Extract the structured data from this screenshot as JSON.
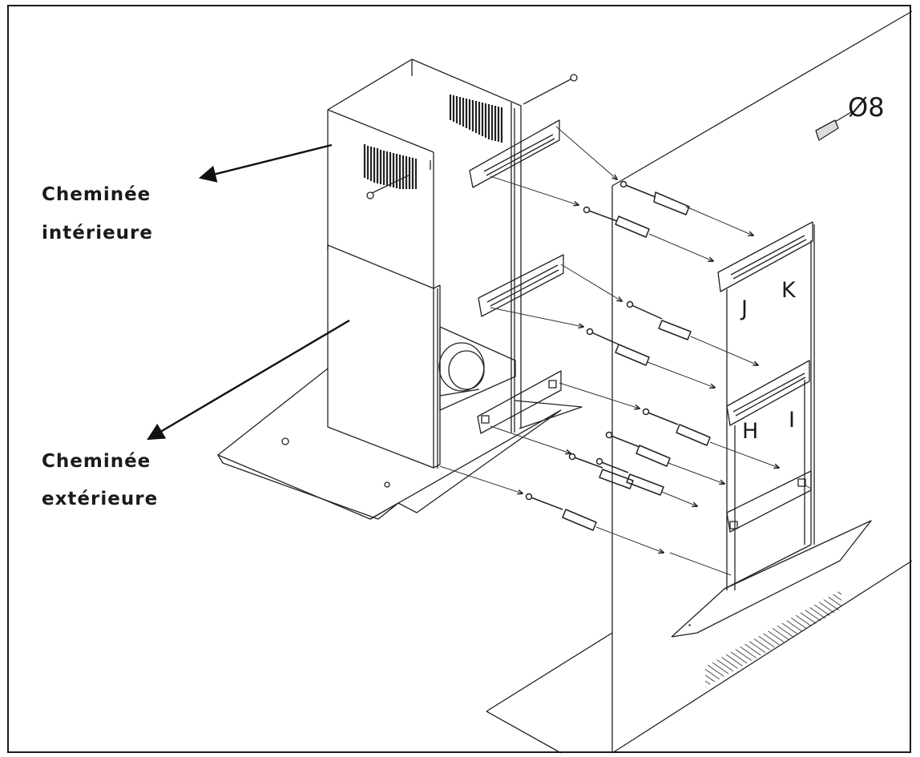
{
  "labels": {
    "inner_chimney_line1": "Cheminée",
    "inner_chimney_line2": "intérieure",
    "outer_chimney_line1": "Cheminée",
    "outer_chimney_line2": "extérieure"
  },
  "parts": {
    "j": "J",
    "k": "K",
    "h": "H",
    "i": "I"
  },
  "drill_size": "Ø8"
}
